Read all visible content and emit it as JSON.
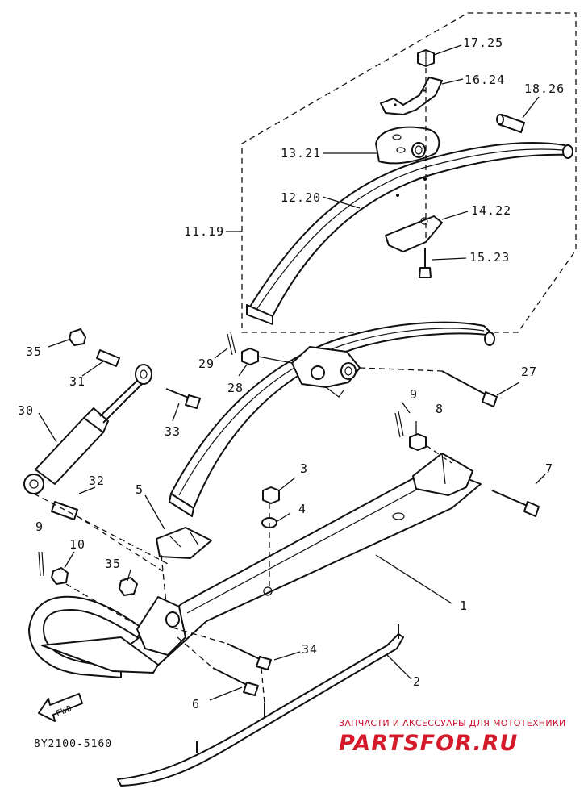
{
  "drawing_code": "8Y2100-5160",
  "watermark": {
    "tagline": "ЗАПЧАСТИ И АКСЕССУАРЫ ДЛЯ МОТОТЕХНИКИ",
    "brand": "PARTSFOR.RU"
  },
  "fwd_label": "FWD",
  "callouts": {
    "p17_25": "17.25",
    "p16_24": "16.24",
    "p18_26": "18.26",
    "p13_21": "13.21",
    "p12_20": "12.20",
    "p11_19": "11.19",
    "p14_22": "14.22",
    "p15_23": "15.23",
    "p35a": "35",
    "p31": "31",
    "p29": "29",
    "p28": "28",
    "p27": "27",
    "p30": "30",
    "p33": "33",
    "p9a": "9",
    "p8": "8",
    "p3": "3",
    "p32": "32",
    "p5": "5",
    "p4": "4",
    "p7": "7",
    "p9b": "9",
    "p10": "10",
    "p35b": "35",
    "p1": "1",
    "p34": "34",
    "p2": "2",
    "p6": "6"
  }
}
